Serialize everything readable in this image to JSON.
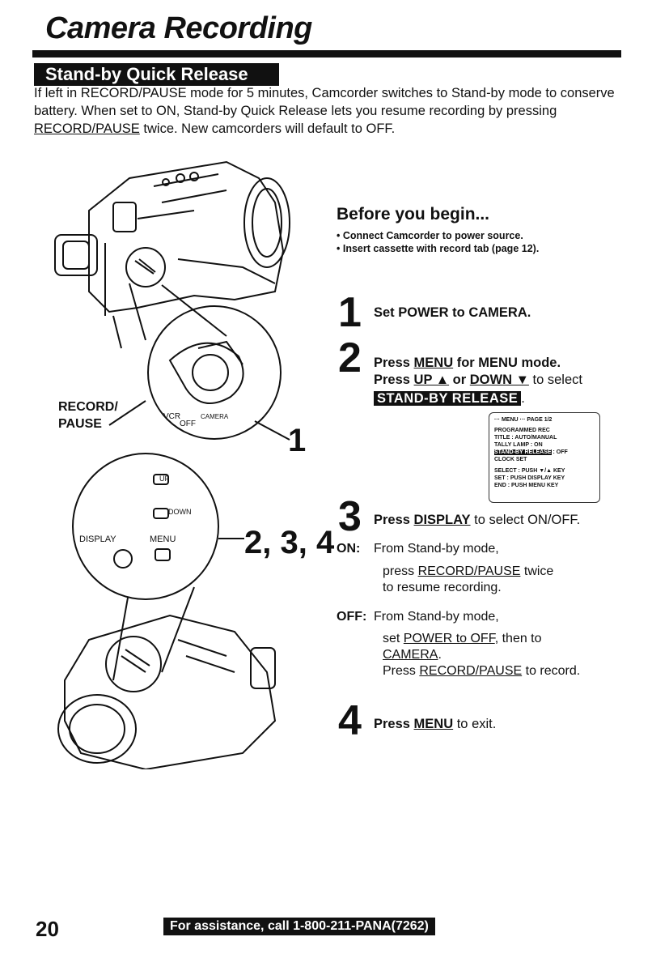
{
  "title": "Camera Recording",
  "section": "Stand-by Quick Release",
  "intro": {
    "part1": "If left in RECORD/PAUSE mode for 5 minutes, Camcorder switches to Stand-by mode to conserve battery. When set to ON, Stand-by Quick Release lets you resume recording by pressing ",
    "link": "RECORD/PAUSE",
    "part2": " twice. New camcorders will default to OFF."
  },
  "before": {
    "heading": "Before you begin...",
    "bullets": [
      "• Connect Camcorder to power source.",
      "• Insert cassette with record tab (page 12)."
    ]
  },
  "steps": {
    "s1": {
      "num": "1",
      "text": "Set POWER to CAMERA."
    },
    "s2": {
      "num": "2",
      "a": "Press ",
      "menu": "MENU",
      "b": " for MENU mode.",
      "c": "Press ",
      "up": "UP ▲",
      "or": " or ",
      "down": "DOWN ▼",
      "d": " to select",
      "highlight": "STAND-BY RELEASE",
      "dot": "."
    },
    "s3": {
      "num": "3",
      "a": "Press ",
      "display": "DISPLAY",
      "b": " to select ON/OFF."
    },
    "s4": {
      "num": "4",
      "a": "Press ",
      "menu": "MENU",
      "b": " to exit."
    }
  },
  "menu_screen": {
    "header": "··· MENU ···   PAGE 1/2",
    "rows": [
      "PROGRAMMED REC",
      "TITLE          : AUTO/MANUAL",
      "TALLY LAMP          : ON"
    ],
    "highlight_row": "STAND-BY RELEASE",
    "highlight_val": ": OFF",
    "clock": "CLOCK SET",
    "select": "SELECT : PUSH ▼/▲ KEY",
    "set": "SET      : PUSH DISPLAY KEY",
    "end": "END      : PUSH MENU KEY"
  },
  "on": {
    "label": "ON:",
    "line1": "From Stand-by mode,",
    "a": "press ",
    "rp": "RECORD/PAUSE",
    "b": " twice",
    "line3": "to resume recording."
  },
  "off": {
    "label": "OFF:",
    "line1": "From Stand-by mode,",
    "a": "set ",
    "pw": "POWER to OFF",
    "b": ", then to",
    "cam": "CAMERA",
    "c": ".",
    "d": "Press ",
    "rp": "RECORD/PAUSE",
    "e": " to record."
  },
  "illustration": {
    "record_pause_1": "RECORD/",
    "record_pause_2": "PAUSE",
    "vcr": "VCR",
    "off": "OFF",
    "camera": "CAMERA",
    "callout1": "1",
    "callout234": "2, 3, 4",
    "up": "UP",
    "down": "DOWN",
    "display": "DISPLAY",
    "menu": "MENU"
  },
  "footer": {
    "page": "20",
    "assist": "For assistance, call 1-800-211-PANA(7262)"
  }
}
